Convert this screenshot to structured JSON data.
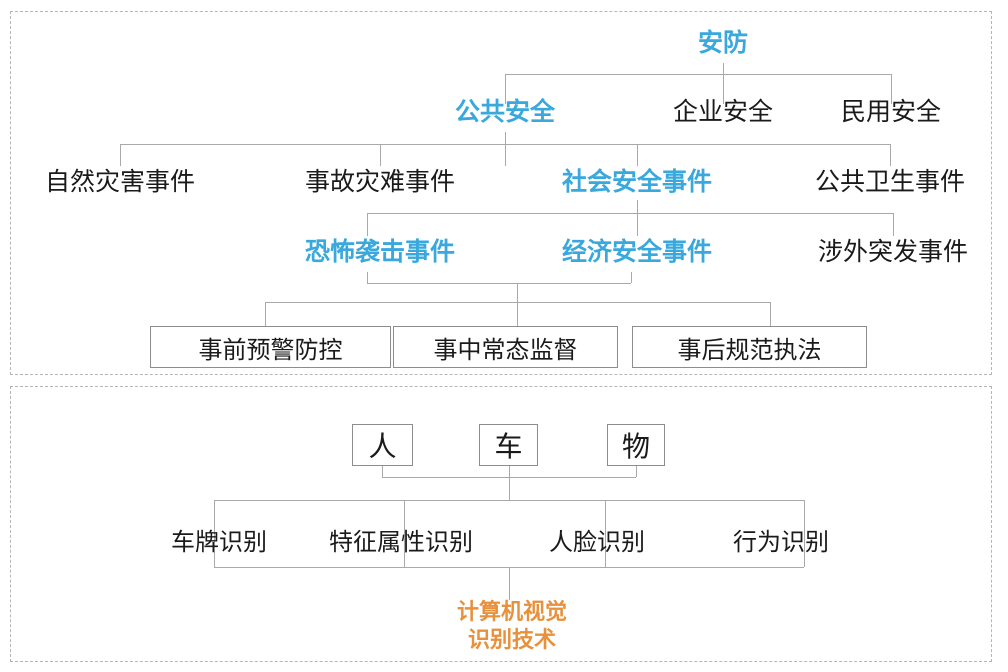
{
  "colors": {
    "accent_blue": "#38a8dd",
    "accent_orange": "#e8913c",
    "line": "#a9a9a9",
    "box_border": "#8d8d8d",
    "panel_border": "#b6b6b6",
    "text": "#1a1a1a"
  },
  "security_panel": {
    "root": {
      "label": "安防",
      "highlight": true
    },
    "level2": [
      {
        "label": "公共安全",
        "highlight": true
      },
      {
        "label": "企业安全",
        "highlight": false
      },
      {
        "label": "民用安全",
        "highlight": false
      }
    ],
    "level3": [
      {
        "label": "自然灾害事件",
        "highlight": false
      },
      {
        "label": "事故灾难事件",
        "highlight": false
      },
      {
        "label": "社会安全事件",
        "highlight": true
      },
      {
        "label": "公共卫生事件",
        "highlight": false
      }
    ],
    "level4": [
      {
        "label": "恐怖袭击事件",
        "highlight": true
      },
      {
        "label": "经济安全事件",
        "highlight": true
      },
      {
        "label": "涉外突发事件",
        "highlight": false
      }
    ],
    "level5_boxes": [
      {
        "label": "事前预警防控"
      },
      {
        "label": "事中常态监督"
      },
      {
        "label": "事后规范执法"
      }
    ]
  },
  "vision_panel": {
    "targets": [
      {
        "label": "人"
      },
      {
        "label": "车"
      },
      {
        "label": "物"
      }
    ],
    "capabilities": [
      {
        "label": "车牌识别"
      },
      {
        "label": "特征属性识别"
      },
      {
        "label": "人脸识别"
      },
      {
        "label": "行为识别"
      }
    ],
    "technology": {
      "line1": "计算机视觉",
      "line2": "识别技术",
      "highlight": true
    }
  }
}
